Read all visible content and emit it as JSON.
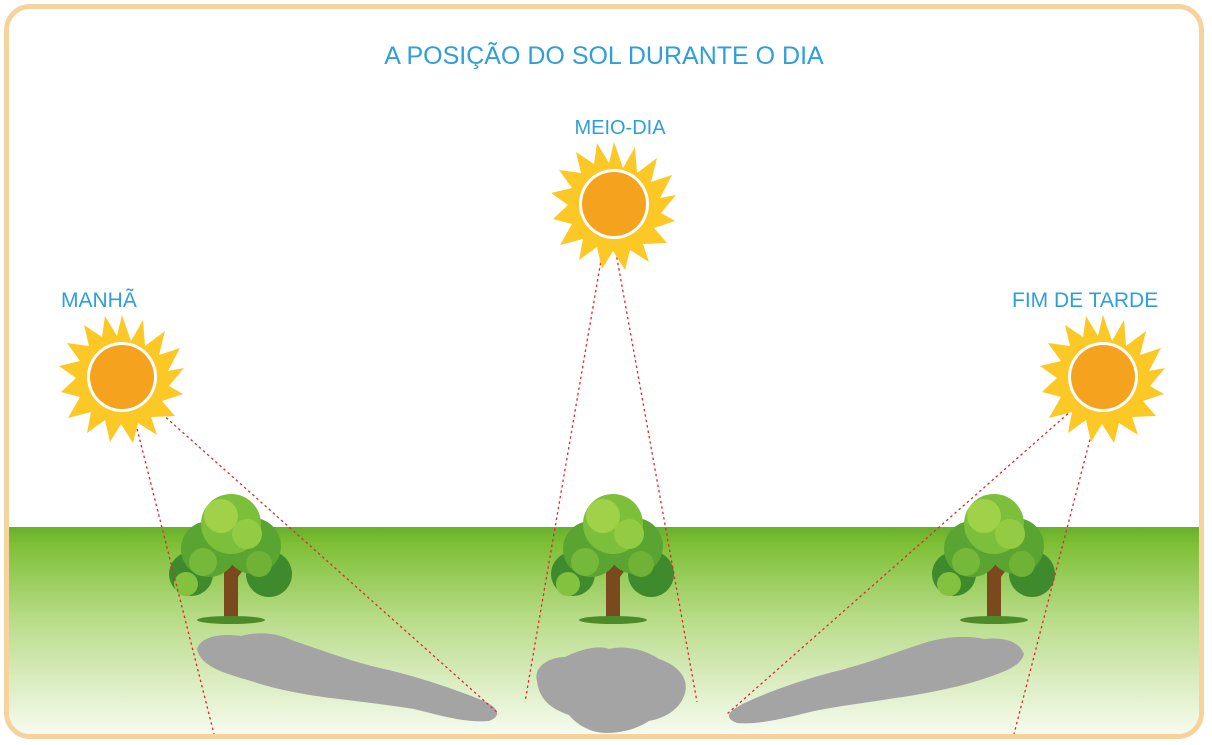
{
  "title": "A POSIÇÃO DO SOL DURANTE O DIA",
  "labels": {
    "morning": "MANHÃ",
    "noon": "MEIO-DIA",
    "evening": "FIM DE TARDE"
  },
  "colors": {
    "frame": "#f6d39c",
    "text": "#2e9fd8",
    "sun_core": "#f5a21e",
    "sun_rays": "#fcc826",
    "grass_top": "#6fb92f",
    "ground_bottom": "#f7fbef",
    "shadow": "#a4a4a4",
    "ray_line": "#e0292b"
  }
}
